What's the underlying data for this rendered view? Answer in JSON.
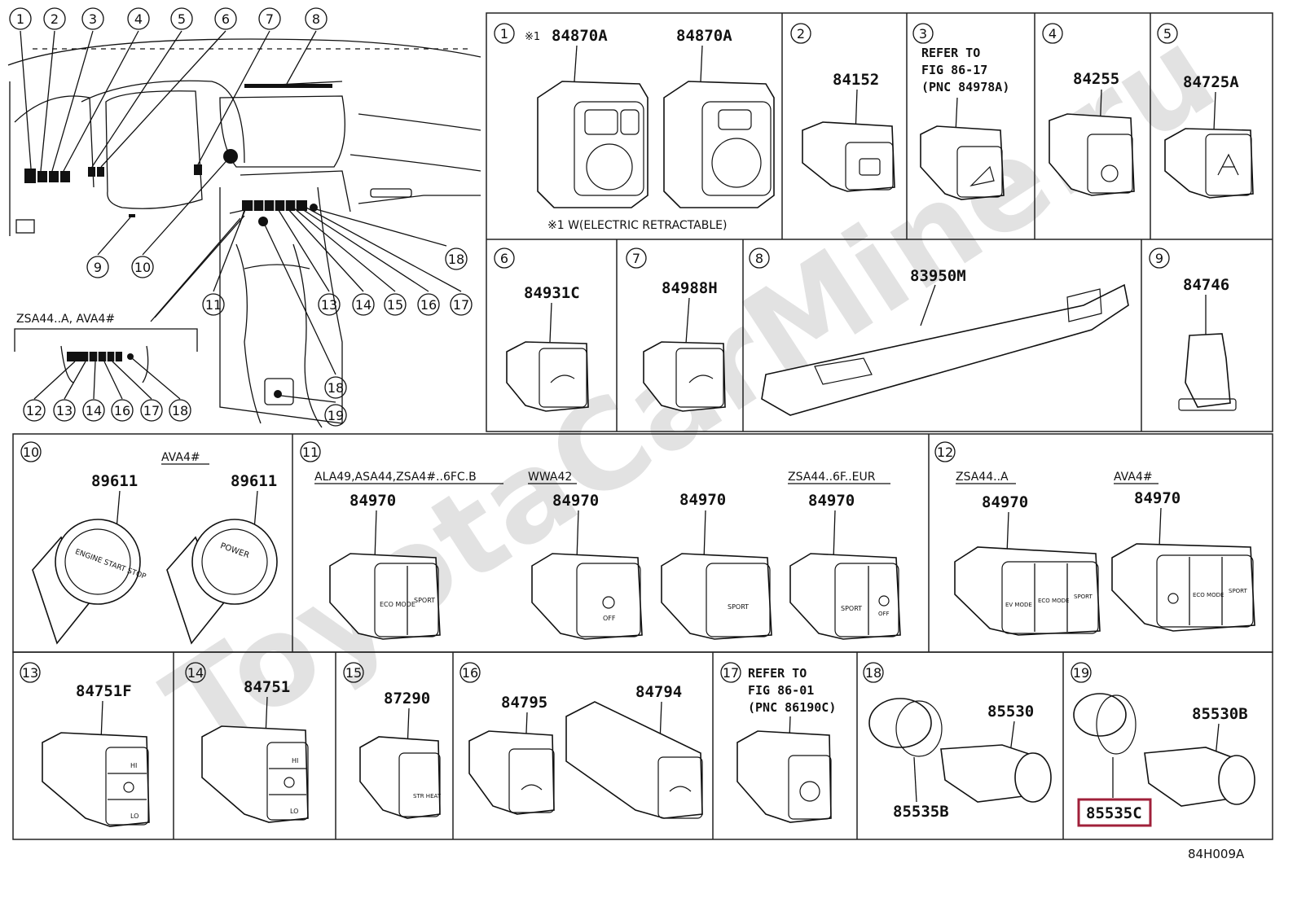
{
  "diagram_code": "84H009A",
  "watermark": "ToyotaCarMine.ru",
  "overview": {
    "callouts": [
      "1",
      "2",
      "3",
      "4",
      "5",
      "6",
      "7",
      "8",
      "9",
      "10",
      "11",
      "12",
      "13",
      "14",
      "15",
      "16",
      "17",
      "18",
      "19"
    ],
    "sub_inset_label": "ZSA44..A, AVA4#",
    "sub_callouts": [
      "12",
      "13",
      "14",
      "16",
      "17",
      "18"
    ]
  },
  "cells": [
    {
      "id": "1",
      "parts": [
        "84870A",
        "84870A"
      ],
      "mark": "※1",
      "note": "※1 W(ELECTRIC RETRACTABLE)"
    },
    {
      "id": "2",
      "parts": [
        "84152"
      ]
    },
    {
      "id": "3",
      "note_lines": [
        "REFER TO",
        "FIG 86-17",
        "(PNC 84978A)"
      ]
    },
    {
      "id": "4",
      "parts": [
        "84255"
      ]
    },
    {
      "id": "5",
      "parts": [
        "84725A"
      ]
    },
    {
      "id": "6",
      "parts": [
        "84931C"
      ]
    },
    {
      "id": "7",
      "parts": [
        "84988H"
      ]
    },
    {
      "id": "8",
      "parts": [
        "83950M"
      ]
    },
    {
      "id": "9",
      "parts": [
        "84746"
      ]
    },
    {
      "id": "10",
      "variant": "AVA4#",
      "parts": [
        "89611",
        "89611"
      ],
      "button_text": [
        "ENGINE START STOP",
        "POWER"
      ]
    },
    {
      "id": "11",
      "variants": [
        "ALA49,ASA44,ZSA4#..6FC.B",
        "WWA42",
        "ZSA44..6F..EUR"
      ],
      "parts": [
        "84970",
        "84970",
        "84970",
        "84970"
      ],
      "button_text": [
        "ECO MODE",
        "SPORT",
        "OFF"
      ]
    },
    {
      "id": "12",
      "variants": [
        "ZSA44..A",
        "AVA4#"
      ],
      "parts": [
        "84970",
        "84970"
      ],
      "button_text": [
        "EV MODE",
        "ECO MODE",
        "SPORT"
      ]
    },
    {
      "id": "13",
      "parts": [
        "84751F"
      ],
      "button_text": [
        "HI",
        "LO"
      ]
    },
    {
      "id": "14",
      "parts": [
        "84751"
      ],
      "button_text": [
        "HI",
        "LO"
      ]
    },
    {
      "id": "15",
      "parts": [
        "87290"
      ],
      "button_text": [
        "STR HEAT"
      ]
    },
    {
      "id": "16",
      "parts": [
        "84795",
        "84794"
      ]
    },
    {
      "id": "17",
      "note_lines": [
        "REFER TO",
        "FIG 86-01",
        "(PNC 86190C)"
      ]
    },
    {
      "id": "18",
      "parts": [
        "85530",
        "85535B"
      ]
    },
    {
      "id": "19",
      "parts": [
        "85530B",
        "85535C"
      ],
      "highlighted_part": "85535C"
    }
  ],
  "colors": {
    "line": "#111111",
    "highlight": "#a0203a",
    "watermark": "#d8d8d8"
  }
}
